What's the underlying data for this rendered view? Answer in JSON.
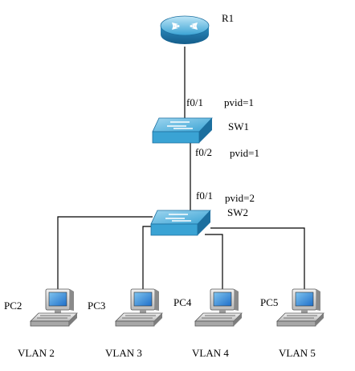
{
  "router": {
    "name": "R1"
  },
  "switches": [
    {
      "name": "SW1",
      "uplink_port": "f0/1",
      "uplink_pvid": "pvid=1",
      "downlink_port": "f0/2",
      "downlink_pvid": "pvid=1"
    },
    {
      "name": "SW2",
      "uplink_port": "f0/1",
      "uplink_pvid": "pvid=2"
    }
  ],
  "pcs": [
    {
      "name": "PC2",
      "vlan": "VLAN 2"
    },
    {
      "name": "PC3",
      "vlan": "VLAN 3"
    },
    {
      "name": "PC4",
      "vlan": "VLAN 4"
    },
    {
      "name": "PC5",
      "vlan": "VLAN 5"
    }
  ],
  "colors": {
    "device": "#3aa3d4",
    "device_dark": "#1c6f9f",
    "device_light": "#9fd6f0",
    "line": "#000000"
  }
}
